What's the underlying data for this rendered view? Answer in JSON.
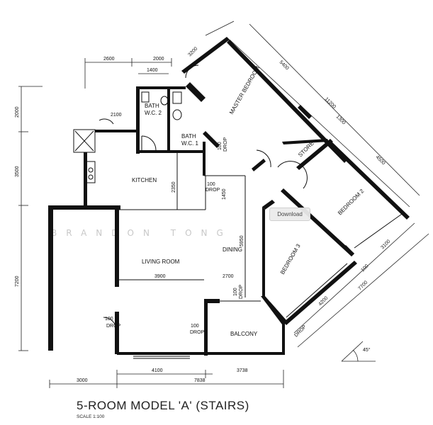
{
  "title": "5-ROOM MODEL 'A' (STAIRS)",
  "scale": "SCALE  1:100",
  "watermark": "BRANDON TONG",
  "download_label": "Download",
  "angle": "45°",
  "rooms": {
    "master_bedroom": "MASTER BEDROOM",
    "bath_wc_2_a": "BATH",
    "bath_wc_2_b": "W.C. 2",
    "bath_wc_1_a": "BATH",
    "bath_wc_1_b": "W.C. 1",
    "kitchen": "KITCHEN",
    "store": "STORE",
    "bedroom_2": "BEDROOM 2",
    "bedroom_3": "BEDROOM 3",
    "living_room": "LIVING ROOM",
    "dining": "DINING",
    "balcony": "BALCONY"
  },
  "drops": {
    "drop_100": "100",
    "drop_label": "DROP"
  },
  "dimensions": {
    "top_2600": "2600",
    "top_2000": "2000",
    "top_1400": "1400",
    "top_3200": "3200",
    "diag_5400": "5400",
    "diag_11200": "11200",
    "diag_1300": "1300",
    "diag_4500": "4500",
    "diag_3100": "3100",
    "diag_7700": "7700",
    "diag_4200": "4200",
    "left_2000": "2000",
    "left_3500": "3500",
    "left_7200": "7200",
    "inner_2100": "2100",
    "inner_2350": "2350",
    "inner_1450": "1450",
    "inner_5950": "5950",
    "inner_3900": "3900",
    "inner_2700": "2700",
    "bottom_3000": "3000",
    "bottom_4100": "4100",
    "bottom_3738": "3738",
    "bottom_7838": "7838"
  }
}
